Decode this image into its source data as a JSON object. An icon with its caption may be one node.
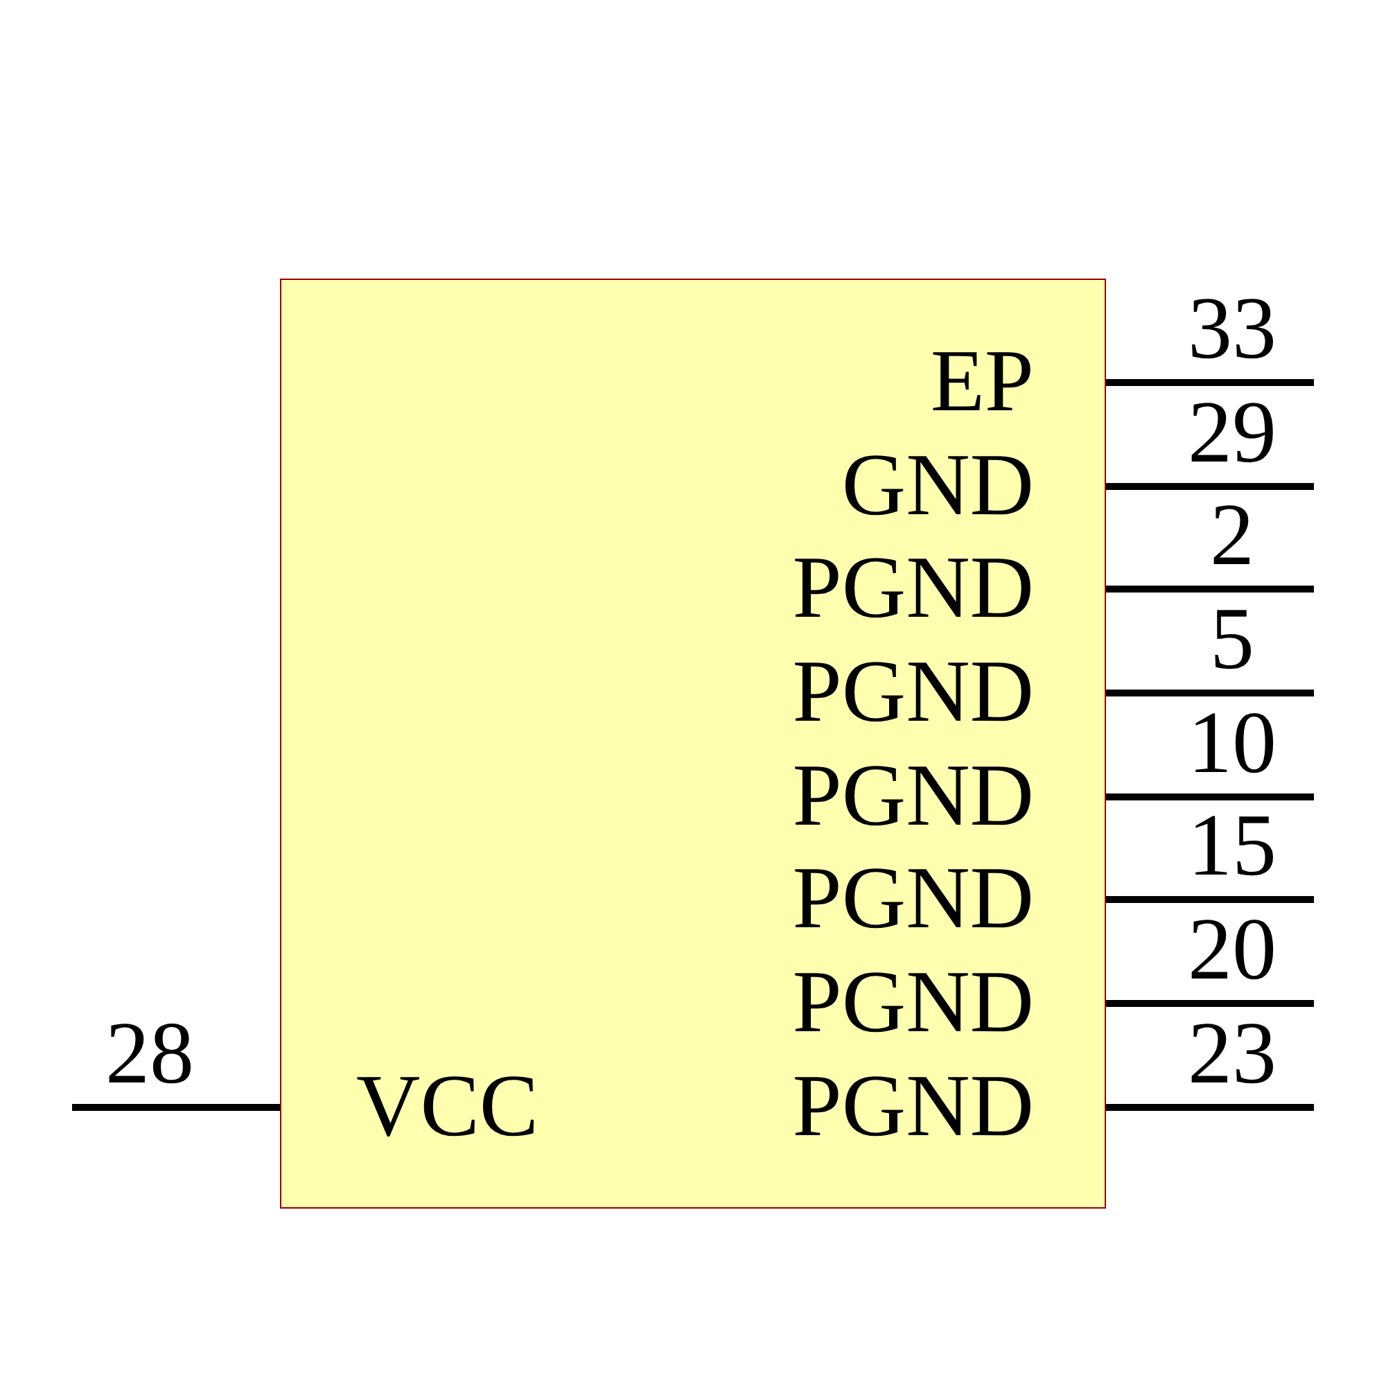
{
  "diagram": {
    "nodes": [
      {
        "text": [
          "EP",
          "GND",
          "PGND",
          "PGND",
          "PGND",
          "PGND",
          "PGND",
          "VCC",
          "PGND"
        ]
      }
    ],
    "labels": [
      "33",
      "29",
      "2",
      "5",
      "10",
      "15",
      "20",
      "28",
      "23"
    ]
  }
}
